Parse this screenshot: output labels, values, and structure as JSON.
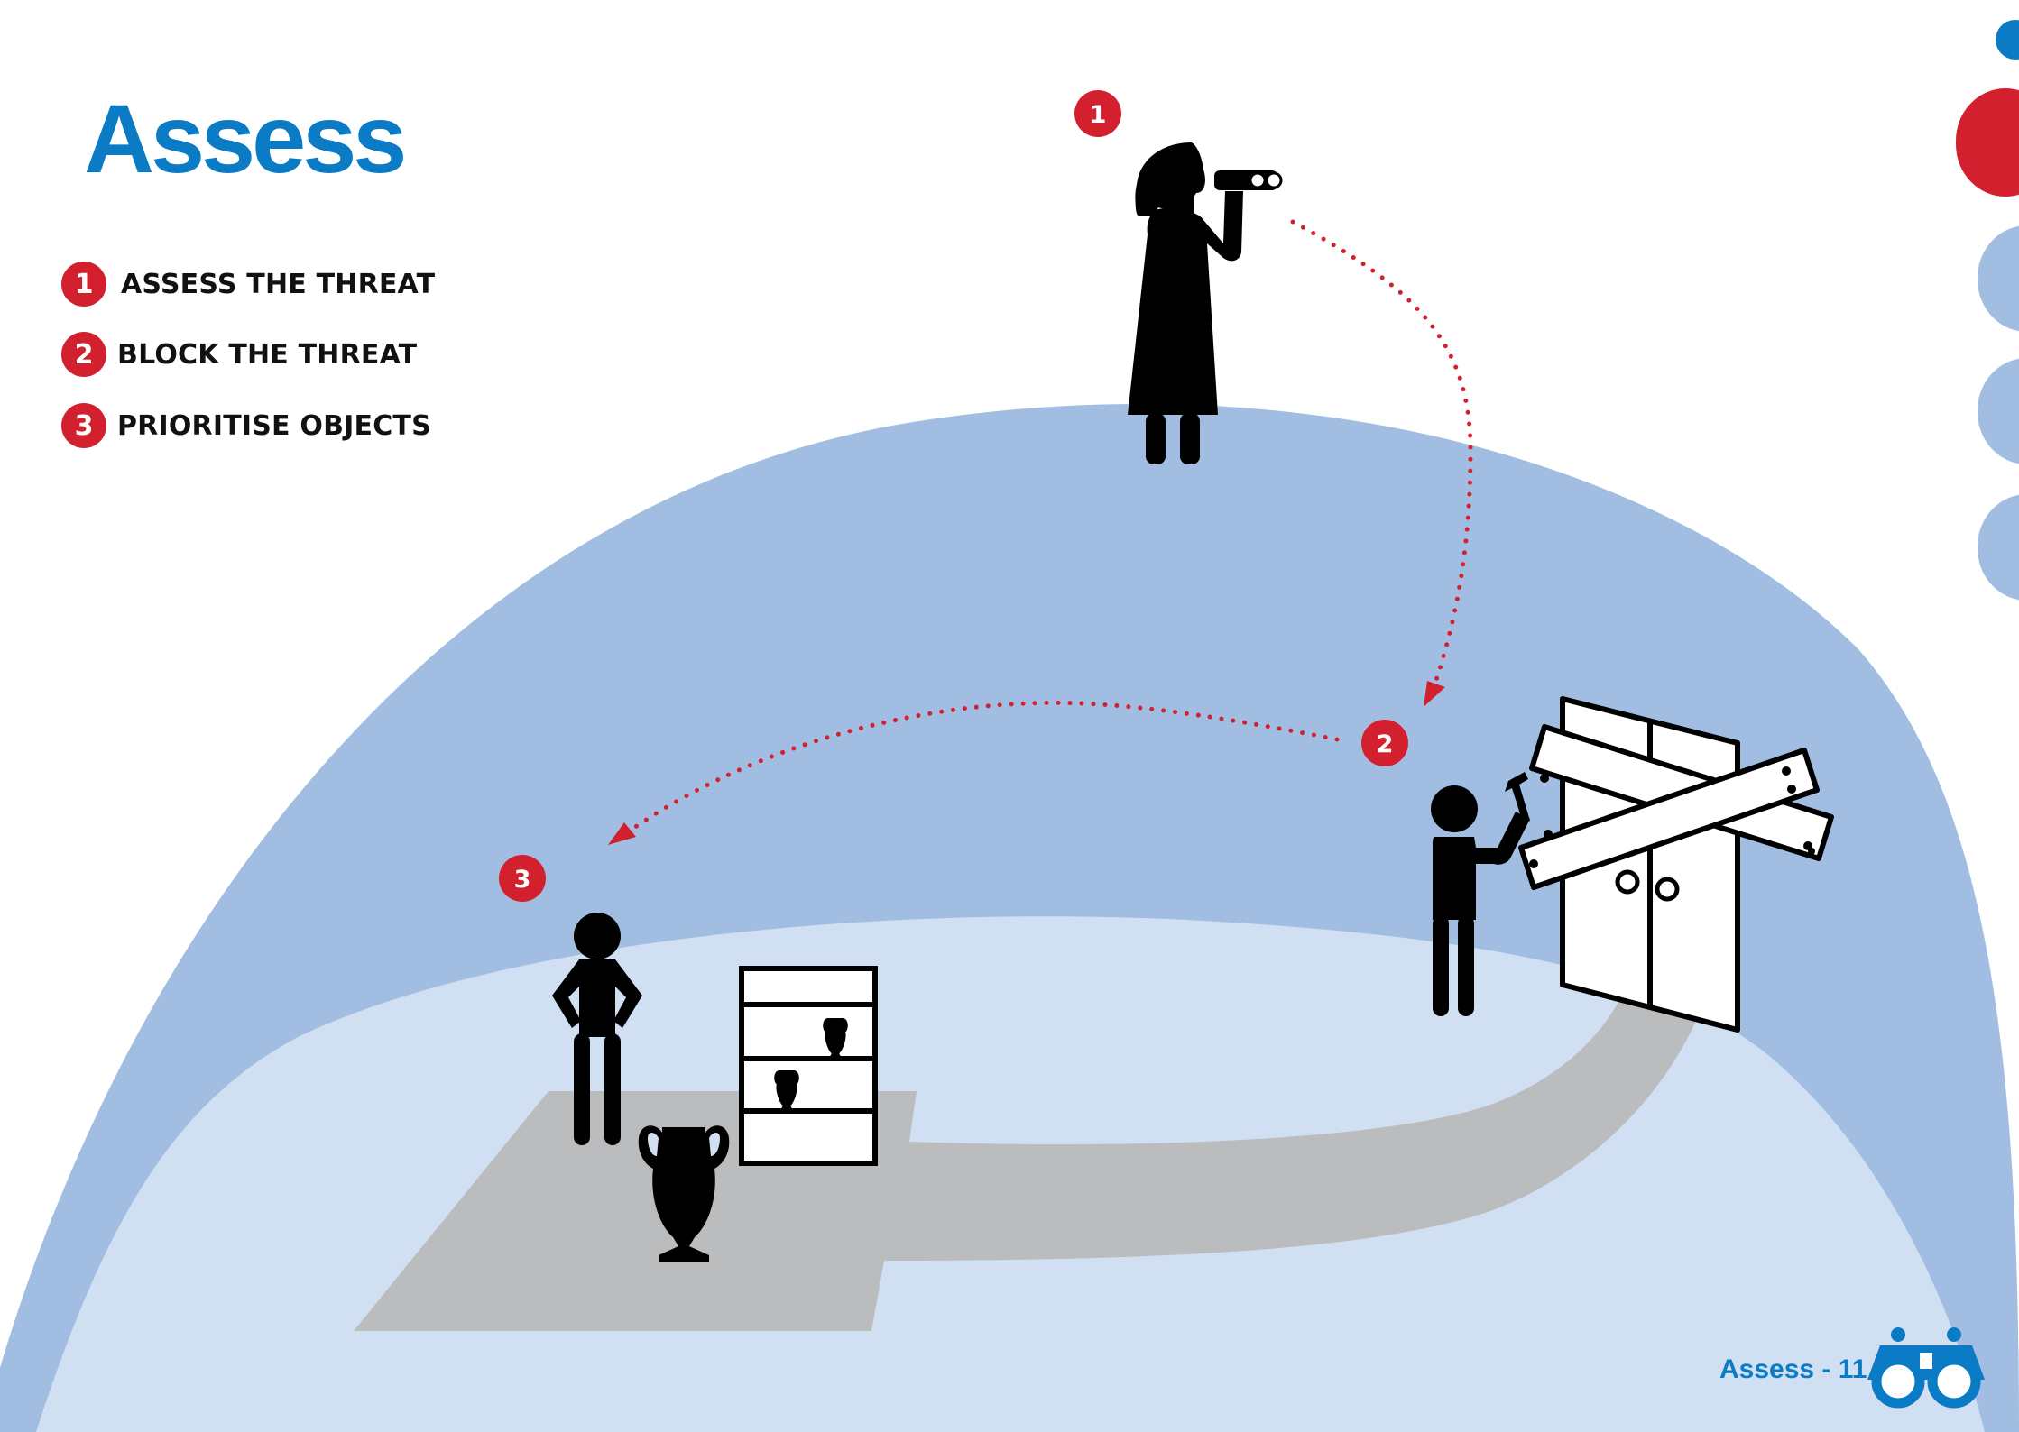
{
  "page": {
    "title": "Assess",
    "footer": "Assess - 11"
  },
  "steps": [
    {
      "number": "1",
      "label": "ASSESS THE THREAT"
    },
    {
      "number": "2",
      "label": "BLOCK THE THREAT"
    },
    {
      "number": "3",
      "label": "PRIORITISE OBJECTS"
    }
  ],
  "callouts": [
    "1",
    "2",
    "3"
  ],
  "colors": {
    "brand_blue": "#0a7bc4",
    "accent_red": "#d2202f",
    "hill_blue": "#a1bee2",
    "floor_blue": "#d0dff2",
    "path_grey": "#bbbcbe"
  },
  "icons": [
    "binoculars-icon"
  ]
}
